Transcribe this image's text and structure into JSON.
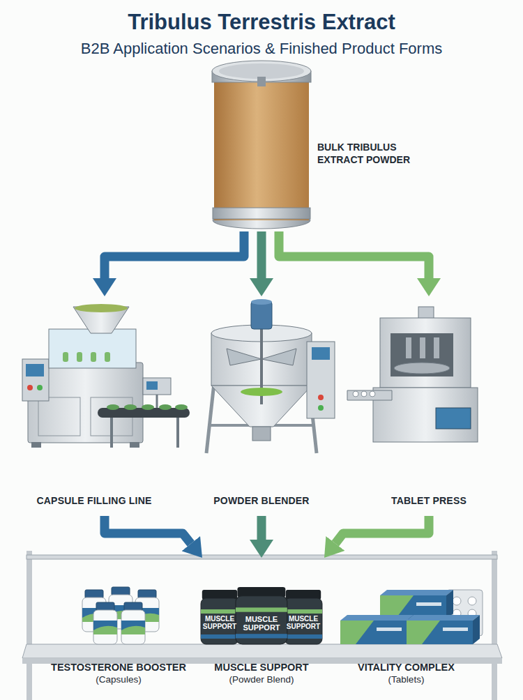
{
  "diagram": {
    "title": "Tribulus Terrestris Extract",
    "nodes": [
      {
        "text": [
          "BULK TRIBULUS EXTRACT POWDER"
        ]
      },
      {
        "text": [
          "CAPSULE FILLING LINE"
        ]
      },
      {
        "text": [
          "POWDER BLENDER"
        ]
      },
      {
        "text": [
          "TABLET PRESS"
        ]
      },
      {
        "text": [
          "TESTOSTERONE BOOSTER",
          "(Capsules)"
        ]
      },
      {
        "text": [
          "MUSCLE SUPPORT",
          "(Powder Blend)"
        ]
      },
      {
        "text": [
          "VITALITY COMPLEX",
          "(Tablets)"
        ]
      }
    ],
    "edges": [
      {
        "from": 0,
        "to": 1,
        "arrow": "to"
      },
      {
        "from": 0,
        "to": 2,
        "arrow": "to"
      },
      {
        "from": 0,
        "to": 3,
        "arrow": "to"
      },
      {
        "from": 1,
        "to": 4,
        "arrow": "to"
      },
      {
        "from": 2,
        "to": 5,
        "arrow": "to"
      },
      {
        "from": 3,
        "to": 6,
        "arrow": "to"
      }
    ],
    "labels": [
      "B2B Application Scenarios & Finished Product Forms",
      "MUSCLE SUPPORT",
      "MUSCLE SUPPORT",
      "MUSCLE SUPPORT"
    ]
  }
}
